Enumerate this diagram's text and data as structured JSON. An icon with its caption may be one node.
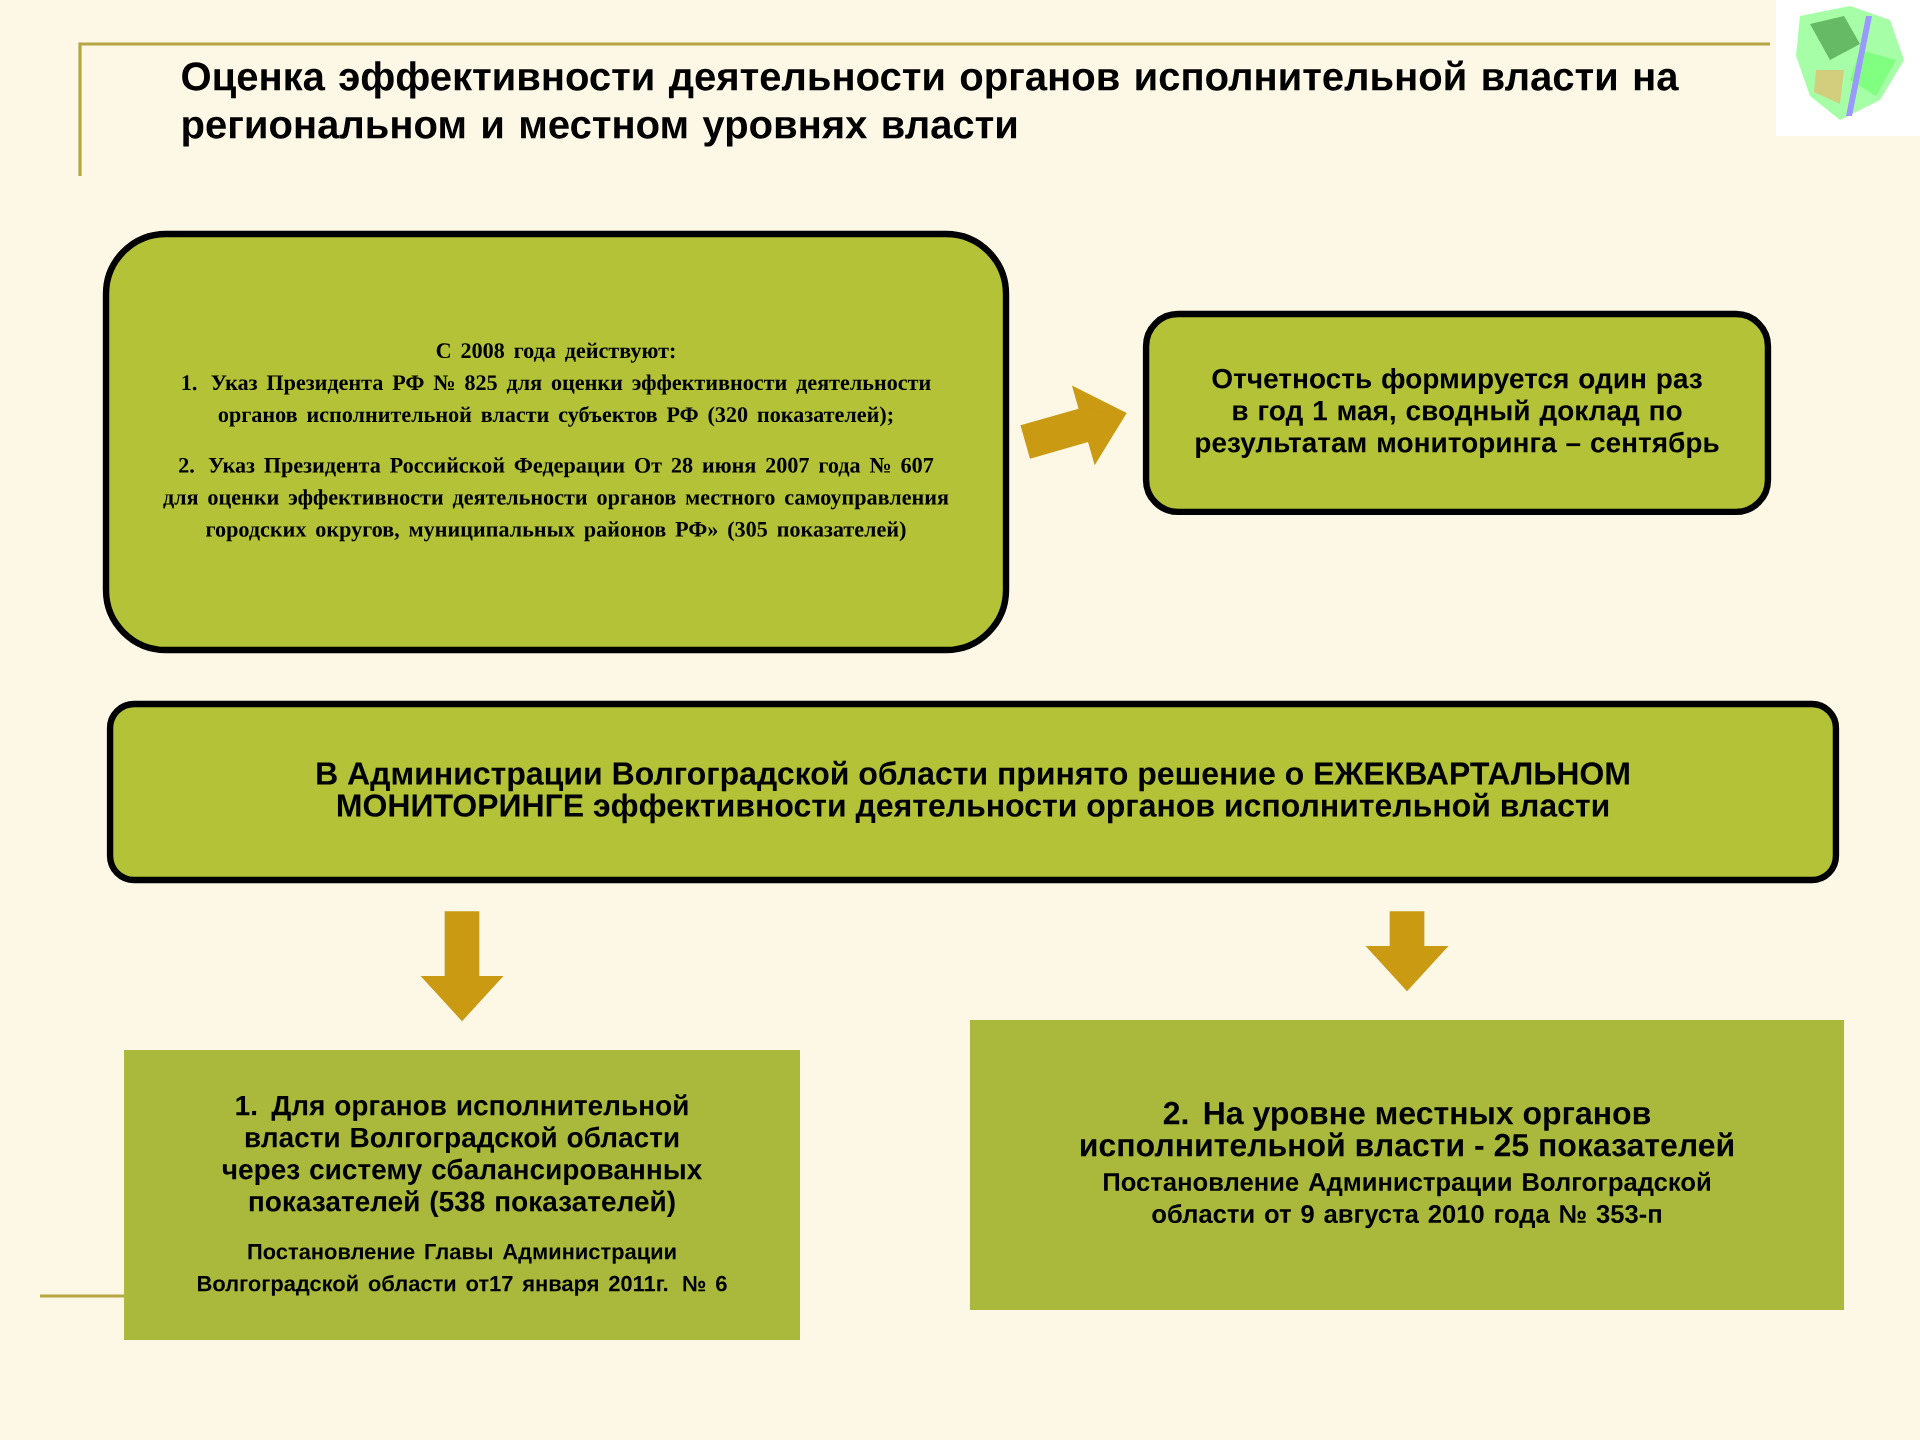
{
  "diagram": {
    "title": "Оценка эффективности деятельности органов исполнительной власти на региональном и местном уровнях власти",
    "nodes": [
      {
        "text": [
          "С 2008 года действуют:",
          "1. Указ Президента РФ № 825 для оценки эффективности деятельности органов исполнительной власти субъектов РФ (320 показателей);",
          "2. Указ Президента Российской Федерации От 28 июня 2007 года № 607 для оценки эффективности деятельности органов местного самоуправления городских округов, муниципальных районов РФ» (305 показателей)"
        ]
      },
      {
        "text": [
          "Отчетность формируется один раз в год 1 мая, сводный доклад по результатам мониторинга – сентябрь"
        ]
      },
      {
        "text": [
          "В Администрации Волгоградской области принято решение о ЕЖЕКВАРТАЛЬНОМ МОНИТОРИНГЕ эффективности деятельности органов исполнительной власти"
        ]
      },
      {
        "text": [
          "1. Для органов исполнительной власти Волгоградской области через систему сбалансированных показателей (538 показателей)",
          "Постановление Главы Администрации Волгоградской области от17 января 2011г. № 6"
        ]
      },
      {
        "text": [
          "2. На уровне местных органов исполнительной власти - 25 показателей",
          "Постановление Администрации Волгоградской области от 9 августа 2010 года № 353-п"
        ]
      }
    ],
    "edges": [
      {
        "from": 0,
        "to": 1,
        "arrow": "to"
      },
      {
        "from": 2,
        "to": 3,
        "arrow": "to"
      },
      {
        "from": 2,
        "to": 4,
        "arrow": "to"
      }
    ]
  }
}
